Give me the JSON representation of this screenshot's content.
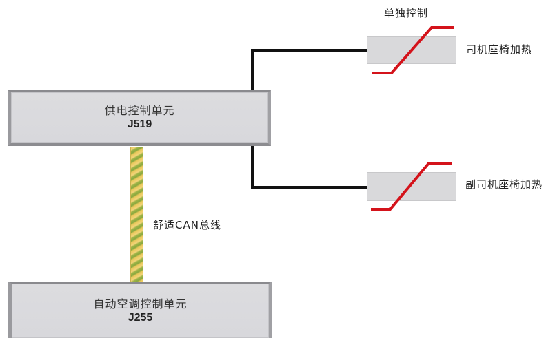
{
  "diagram": {
    "power_unit": {
      "name": "供电控制单元",
      "code": "J519"
    },
    "climate_unit": {
      "name": "自动空调控制单元",
      "code": "J255"
    },
    "bus": {
      "label": "舒适CAN总线"
    },
    "control_mode": {
      "label": "单独控制"
    },
    "heaters": [
      {
        "label": "司机座椅加热"
      },
      {
        "label": "副司机座椅加热"
      }
    ],
    "colors": {
      "box_fill": "#d9d9dc",
      "box_border": "#8a8a8e",
      "wire": "#111111",
      "heater_curve": "#d4131b",
      "can_yellow": "#e9c85a",
      "can_green": "#8aa83f"
    }
  }
}
